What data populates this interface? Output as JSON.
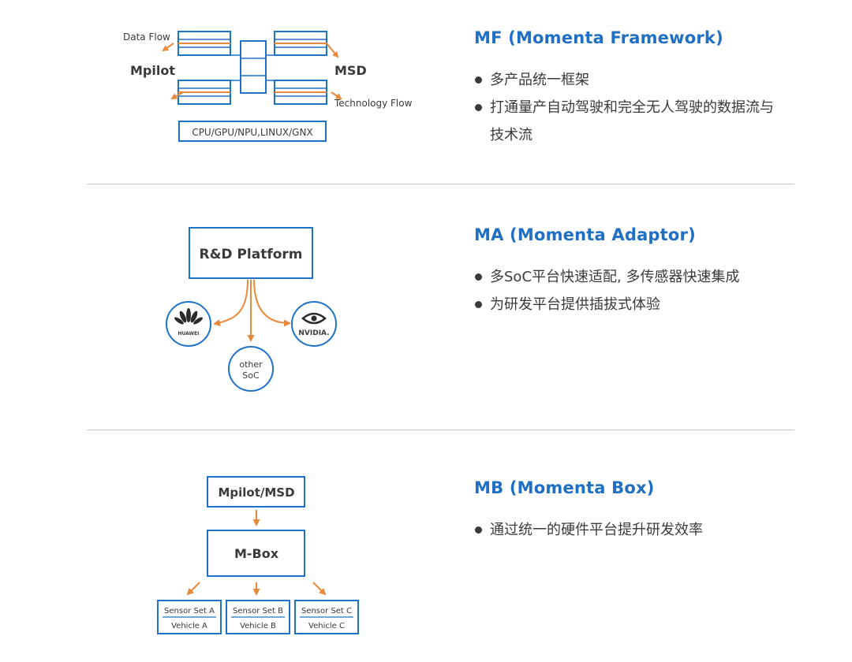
{
  "sections": [
    {
      "title": "MF (Momenta Framework)",
      "bullets": [
        "多产品统一框架",
        "打通量产自动驾驶和完全无人驾驶的数据流与技术流"
      ],
      "diagram": {
        "data_flow": "Data Flow",
        "left_label": "Mpilot",
        "right_label": "MSD",
        "tech_flow": "Technology Flow",
        "platform": "CPU/GPU/NPU,LINUX/GNX"
      }
    },
    {
      "title": "MA (Momenta Adaptor)",
      "bullets": [
        "多SoC平台快速适配, 多传感器快速集成",
        "为研发平台提供插拔式体验"
      ],
      "diagram": {
        "platform": "R&D Platform",
        "left_logo": "HUAWEI",
        "center_line1": "other",
        "center_line2": "SoC",
        "right_logo": "NVIDIA."
      }
    },
    {
      "title": "MB (Momenta Box)",
      "bullets": [
        "通过统一的硬件平台提升研发效率"
      ],
      "diagram": {
        "top": "Mpilot/MSD",
        "middle": "M-Box",
        "sensors": [
          {
            "sensor": "Sensor Set A",
            "vehicle": "Vehicle A"
          },
          {
            "sensor": "Sensor Set B",
            "vehicle": "Vehicle B"
          },
          {
            "sensor": "Sensor Set C",
            "vehicle": "Vehicle C"
          }
        ]
      }
    }
  ],
  "colors": {
    "title_blue": "#1f6fc5",
    "box_blue": "#1e73c8",
    "arrow_orange": "#e88a3a",
    "divider": "#c8c8c8"
  }
}
